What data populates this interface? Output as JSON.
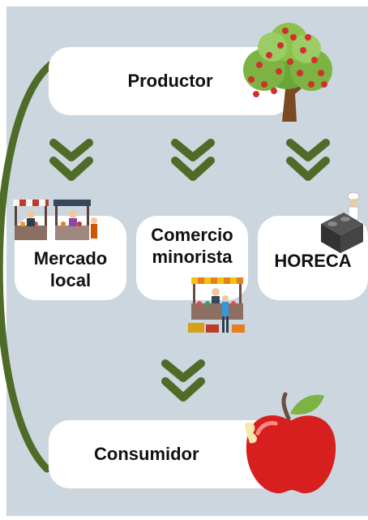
{
  "nodes": {
    "productor": "Productor",
    "mercado_local": [
      "Mercado",
      "local"
    ],
    "comercio_minorista": [
      "Comercio",
      "minorista"
    ],
    "horeca": "HORECA",
    "consumidor": "Consumidor"
  },
  "colors": {
    "panel": "#ccd6de",
    "box": "#ffffff",
    "arrow": "#4f6b28",
    "text": "#111111",
    "apple": "#d81f1f"
  },
  "icons": [
    "apple-tree-icon",
    "market-stalls-icon",
    "market-stall-icon",
    "chef-kitchen-icon",
    "apple-icon",
    "double-chevron-down-icon"
  ]
}
